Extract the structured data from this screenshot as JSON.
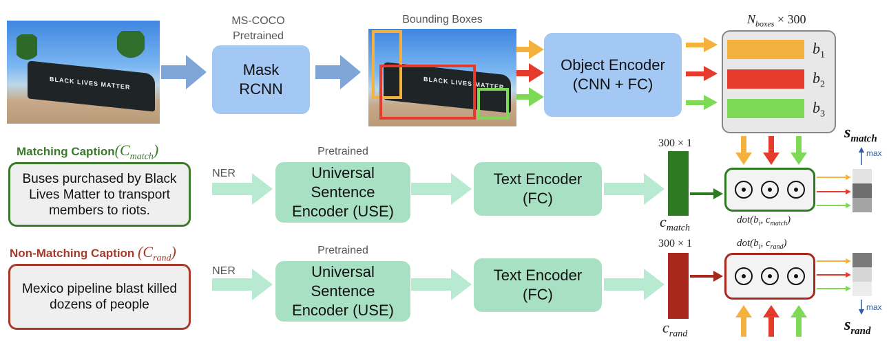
{
  "top_row": {
    "pretrain_label": "MS-COCO\nPretrained",
    "mask_rcnn": "Mask\nRCNN",
    "bbox_label": "Bounding Boxes",
    "object_encoder": "Object Encoder\n(CNN + FC)",
    "boxes_dim_label": "N",
    "boxes_dim_sub": "boxes",
    "boxes_dim_rest": " × 300",
    "box_labels": [
      "b",
      "b",
      "b"
    ],
    "box_subs": [
      "1",
      "2",
      "3"
    ],
    "bus_text": "BLACK LIVES MATTER"
  },
  "match_row": {
    "title": "Matching Caption",
    "title_sym": "C",
    "title_sub": "match",
    "caption": "Buses purchased by Black Lives Matter to transport members to riots.",
    "ner": "NER",
    "pretrained": "Pretrained",
    "use": "Universal\nSentence\nEncoder (USE)",
    "text_encoder": "Text Encoder\n(FC)",
    "dim": "300 × 1",
    "vec_sym": "c",
    "vec_sub": "match",
    "dot_label": "dot(b",
    "dot_label_i": "i",
    "dot_label_mid": ", c",
    "dot_label_sub": "match",
    "dot_label_end": ")",
    "score_sym": "s",
    "score_sub": "match",
    "max_label": "max"
  },
  "rand_row": {
    "title": "Non-Matching Caption",
    "title_sym": "C",
    "title_sub": "rand",
    "caption": "Mexico pipeline blast killed dozens of people",
    "ner": "NER",
    "pretrained": "Pretrained",
    "use": "Universal\nSentence\nEncoder (USE)",
    "text_encoder": "Text Encoder\n(FC)",
    "dim": "300 × 1",
    "vec_sym": "c",
    "vec_sub": "rand",
    "dot_label": "dot(b",
    "dot_label_i": "i",
    "dot_label_mid": ", c",
    "dot_label_sub": "rand",
    "dot_label_end": ")",
    "score_sym": "s",
    "score_sub": "rand",
    "max_label": "max"
  },
  "colors": {
    "orange": "#f5b13d",
    "red": "#e53b2c",
    "green": "#7ed957",
    "blue_arrow": "#7fa6d6",
    "mint_arrow": "#b7ead0",
    "dark_green": "#2e7a22",
    "dark_red": "#a8281d"
  }
}
